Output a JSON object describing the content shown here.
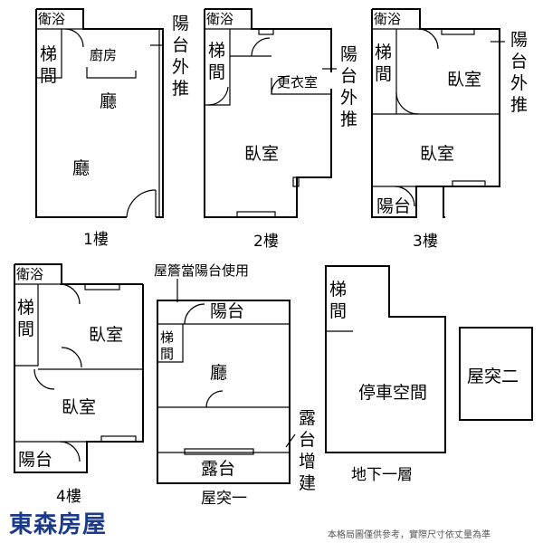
{
  "rooms": {
    "bath": "衛浴",
    "stair": "梯間",
    "kitchen": "廚房",
    "hall": "廳",
    "bedroom": "臥室",
    "closet": "更衣室",
    "balcony": "陽台",
    "terrace": "露台",
    "parking": "停車空間",
    "roof2": "屋突二"
  },
  "annotations": {
    "balcony_pushout": "陽台外推",
    "eave_as_balcony": "屋簷當陽台使用",
    "terrace_extension": "露台增建"
  },
  "floors": {
    "f1": "1樓",
    "f2": "2樓",
    "f3": "3樓",
    "f4": "4樓",
    "roof1": "屋突一",
    "basement": "地下一層"
  },
  "footer": {
    "brand": "東森房屋",
    "note": "本格局圖僅供參考，實際尺寸依丈量為準"
  }
}
